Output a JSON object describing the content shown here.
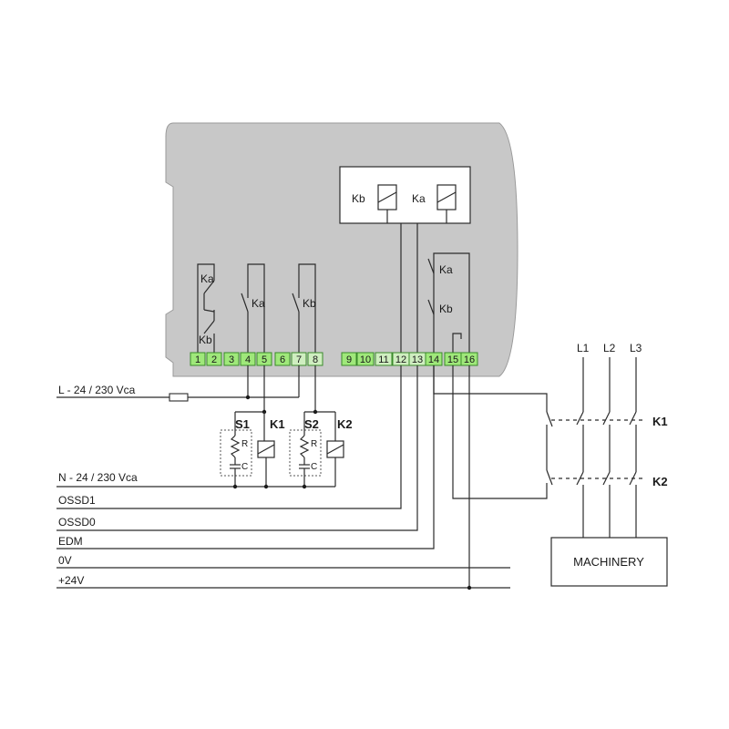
{
  "relay_coils": {
    "kb": "Kb",
    "ka": "Ka"
  },
  "contacts": {
    "ka_nc": "Ka",
    "kb_nc": "Kb",
    "ka_no": "Ka",
    "kb_no": "Kb",
    "ka_edm": "Ka",
    "kb_edm": "Kb"
  },
  "terminals": [
    "1",
    "2",
    "3",
    "4",
    "5",
    "6",
    "7",
    "8",
    "9",
    "10",
    "11",
    "12",
    "13",
    "14",
    "15",
    "16"
  ],
  "terminal_colors": {
    "bright": "#9fe87a",
    "light": "#cfeec0",
    "border": "#3a8a2a"
  },
  "housing_color": "#c8c8c8",
  "supply": {
    "live": "L - 24 / 230 Vca",
    "neutral": "N - 24 / 230 Vca"
  },
  "signals": [
    "OSSD1",
    "OSSD0",
    "EDM",
    "0V",
    "+24V"
  ],
  "suppressors": [
    {
      "label": "S1",
      "r": "R",
      "c": "C"
    },
    {
      "label": "S2",
      "r": "R",
      "c": "C"
    }
  ],
  "contactors": {
    "k1": "K1",
    "k2": "K2",
    "k1_main": "K1",
    "k2_main": "K2"
  },
  "phases": [
    "L1",
    "L2",
    "L3"
  ],
  "machinery": "MACHINERY"
}
